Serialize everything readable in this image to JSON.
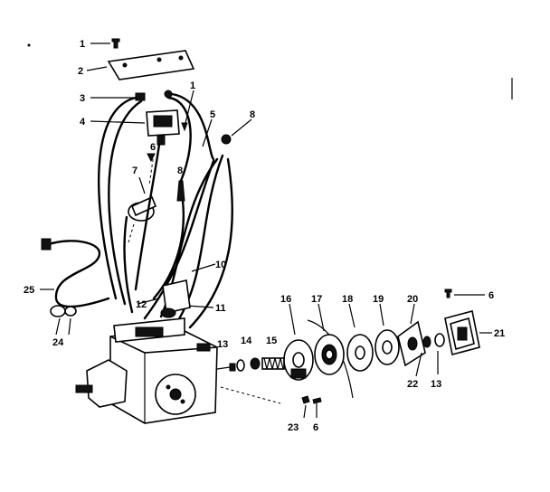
{
  "callouts": {
    "c1a": "1",
    "c2": "2",
    "c3": "3",
    "c4": "4",
    "c1b": "1",
    "c5": "5",
    "c8a": "8",
    "c6a": "6",
    "c7": "7",
    "c8b": "8",
    "c10": "10",
    "c25": "25",
    "c12": "12",
    "c11": "11",
    "c24": "24",
    "c13a": "13",
    "c14": "14",
    "c15": "15",
    "c16": "16",
    "c17": "17",
    "c18": "18",
    "c19": "19",
    "c20": "20",
    "c6b": "6",
    "c21": "21",
    "c22": "22",
    "c13b": "13",
    "c23": "23",
    "c6c": "6"
  }
}
